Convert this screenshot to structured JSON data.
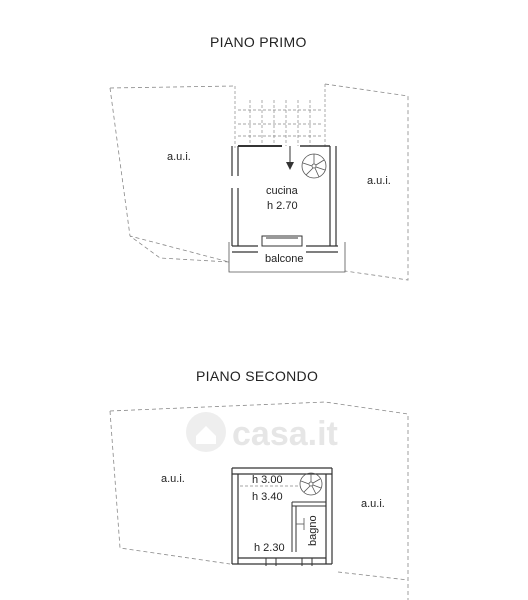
{
  "floors": [
    {
      "title": "PIANO  PRIMO",
      "labels": {
        "aui_left": "a.u.i.",
        "aui_right": "a.u.i.",
        "room": "cucina",
        "height": "h 2.70",
        "balcony": "balcone"
      }
    },
    {
      "title": "PIANO  SECONDO",
      "labels": {
        "aui_left": "a.u.i.",
        "aui_right": "a.u.i.",
        "height_top": "h 3.00",
        "height_mid": "h 3.40",
        "height_bottom": "h 2.30",
        "bathroom": "bagno"
      }
    }
  ],
  "watermark": "casa.it"
}
